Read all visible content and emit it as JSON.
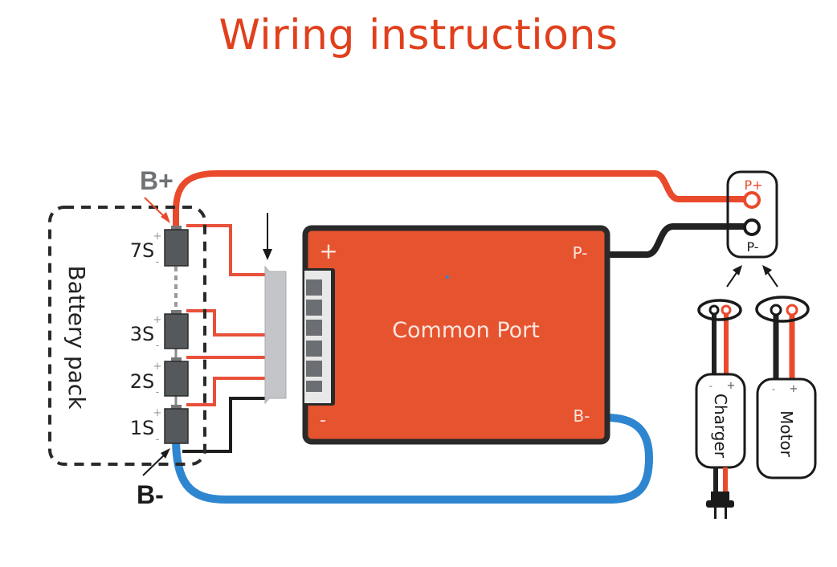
{
  "title": "Wiring instructions",
  "colors": {
    "title": "#e0401c",
    "wire_red": "#ea4a2c",
    "wire_black": "#222222",
    "wire_blue": "#2f86d0",
    "board": "#e6532f",
    "board_border": "#2a2a2a",
    "cell": "#55595c",
    "connector": "#c4c5c8",
    "label_gray": "#6f7377"
  },
  "battery_pack": {
    "label": "Battery pack",
    "cells": [
      {
        "name": "7S",
        "plus": "+",
        "minus": "-"
      },
      {
        "name": "3S",
        "plus": "+",
        "minus": "-"
      },
      {
        "name": "2S",
        "plus": "+",
        "minus": "-"
      },
      {
        "name": "1S",
        "plus": "+",
        "minus": "-"
      }
    ],
    "b_plus": "B+",
    "b_minus": "B-"
  },
  "board": {
    "label": "Common Port",
    "plus": "+",
    "minus": "-",
    "p_minus": "P-",
    "b_minus": "B-"
  },
  "output_port": {
    "p_plus": "P+",
    "p_minus": "P-"
  },
  "devices": [
    {
      "label": "Charger",
      "minus": "-",
      "plus": "+"
    },
    {
      "label": "Motor",
      "minus": "-",
      "plus": "+"
    }
  ]
}
